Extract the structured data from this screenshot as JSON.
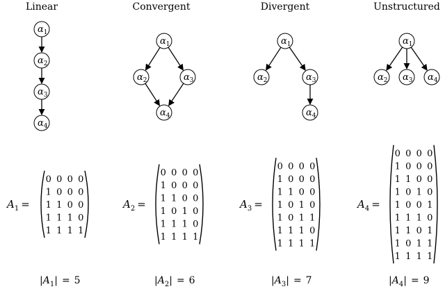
{
  "panels": [
    {
      "title": "Linear",
      "matrix_name": "A",
      "index": "1",
      "equals": "=",
      "cardinality": "5",
      "nodes": [
        {
          "label": "α",
          "sub": "1"
        },
        {
          "label": "α",
          "sub": "2"
        },
        {
          "label": "α",
          "sub": "3"
        },
        {
          "label": "α",
          "sub": "4"
        }
      ],
      "edges": [
        [
          0,
          1
        ],
        [
          1,
          2
        ],
        [
          2,
          3
        ]
      ],
      "matrix": [
        [
          "0",
          "0",
          "0",
          "0"
        ],
        [
          "1",
          "0",
          "0",
          "0"
        ],
        [
          "1",
          "1",
          "0",
          "0"
        ],
        [
          "1",
          "1",
          "1",
          "0"
        ],
        [
          "1",
          "1",
          "1",
          "1"
        ]
      ]
    },
    {
      "title": "Convergent",
      "matrix_name": "A",
      "index": "2",
      "equals": "=",
      "cardinality": "6",
      "nodes": [
        {
          "label": "α",
          "sub": "1"
        },
        {
          "label": "α",
          "sub": "2"
        },
        {
          "label": "α",
          "sub": "3"
        },
        {
          "label": "α",
          "sub": "4"
        }
      ],
      "edges": [
        [
          0,
          1
        ],
        [
          0,
          2
        ],
        [
          1,
          3
        ],
        [
          2,
          3
        ]
      ],
      "matrix": [
        [
          "0",
          "0",
          "0",
          "0"
        ],
        [
          "1",
          "0",
          "0",
          "0"
        ],
        [
          "1",
          "1",
          "0",
          "0"
        ],
        [
          "1",
          "0",
          "1",
          "0"
        ],
        [
          "1",
          "1",
          "1",
          "0"
        ],
        [
          "1",
          "1",
          "1",
          "1"
        ]
      ]
    },
    {
      "title": "Divergent",
      "matrix_name": "A",
      "index": "3",
      "equals": "=",
      "cardinality": "7",
      "nodes": [
        {
          "label": "α",
          "sub": "1"
        },
        {
          "label": "α",
          "sub": "2"
        },
        {
          "label": "α",
          "sub": "3"
        },
        {
          "label": "α",
          "sub": "4"
        }
      ],
      "edges": [
        [
          0,
          1
        ],
        [
          0,
          2
        ],
        [
          2,
          3
        ]
      ],
      "matrix": [
        [
          "0",
          "0",
          "0",
          "0"
        ],
        [
          "1",
          "0",
          "0",
          "0"
        ],
        [
          "1",
          "1",
          "0",
          "0"
        ],
        [
          "1",
          "0",
          "1",
          "0"
        ],
        [
          "1",
          "0",
          "1",
          "1"
        ],
        [
          "1",
          "1",
          "1",
          "0"
        ],
        [
          "1",
          "1",
          "1",
          "1"
        ]
      ]
    },
    {
      "title": "Unstructured",
      "matrix_name": "A",
      "index": "4",
      "equals": "=",
      "cardinality": "9",
      "nodes": [
        {
          "label": "α",
          "sub": "1"
        },
        {
          "label": "α",
          "sub": "2"
        },
        {
          "label": "α",
          "sub": "3"
        },
        {
          "label": "α",
          "sub": "4"
        }
      ],
      "edges": [
        [
          0,
          1
        ],
        [
          0,
          2
        ],
        [
          0,
          3
        ]
      ],
      "matrix": [
        [
          "0",
          "0",
          "0",
          "0"
        ],
        [
          "1",
          "0",
          "0",
          "0"
        ],
        [
          "1",
          "1",
          "0",
          "0"
        ],
        [
          "1",
          "0",
          "1",
          "0"
        ],
        [
          "1",
          "0",
          "0",
          "1"
        ],
        [
          "1",
          "1",
          "1",
          "0"
        ],
        [
          "1",
          "1",
          "0",
          "1"
        ],
        [
          "1",
          "0",
          "1",
          "1"
        ],
        [
          "1",
          "1",
          "1",
          "1"
        ]
      ]
    }
  ]
}
